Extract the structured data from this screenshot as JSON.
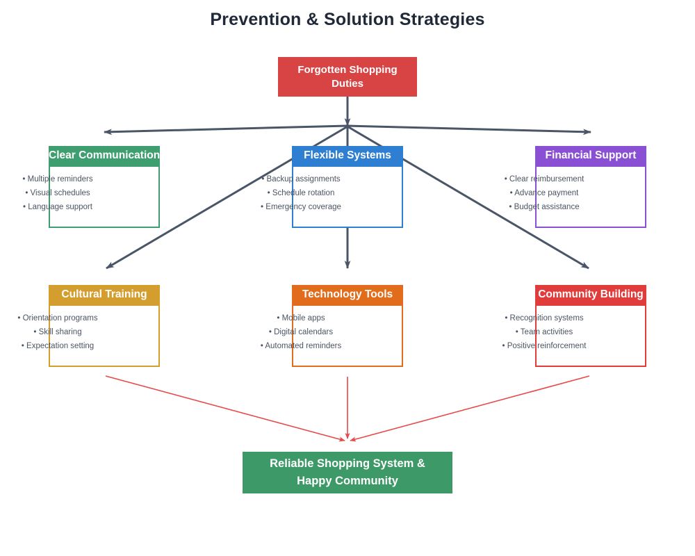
{
  "title": "Prevention & Solution Strategies",
  "root": {
    "label": "Forgotten Shopping Duties",
    "color": "#d84444"
  },
  "nodes": [
    {
      "label": "Clear Communication",
      "color": "#3f9e70",
      "items": [
        "• Multiple reminders",
        "• Visual schedules",
        "• Language support"
      ]
    },
    {
      "label": "Flexible Systems",
      "color": "#2e7ed1",
      "items": [
        "• Backup assignments",
        "• Schedule rotation",
        "• Emergency coverage"
      ]
    },
    {
      "label": "Financial Support",
      "color": "#8950d4",
      "items": [
        "• Clear reimbursement",
        "• Advance payment",
        "• Budget assistance"
      ]
    },
    {
      "label": "Cultural Training",
      "color": "#d39e2d",
      "items": [
        "• Orientation programs",
        "• Skill sharing",
        "• Expectation setting"
      ]
    },
    {
      "label": "Technology Tools",
      "color": "#e06c1c",
      "items": [
        "• Mobile apps",
        "• Digital calendars",
        "• Automated reminders"
      ]
    },
    {
      "label": "Community Building",
      "color": "#e03c3c",
      "items": [
        "• Recognition systems",
        "• Team activities",
        "• Positive reinforcement"
      ]
    }
  ],
  "outcome": {
    "label": "Reliable Shopping System & Happy Community",
    "color": "#3d9a68"
  },
  "arrow_colors": {
    "dark": "#4a5568",
    "red": "#e84848"
  }
}
